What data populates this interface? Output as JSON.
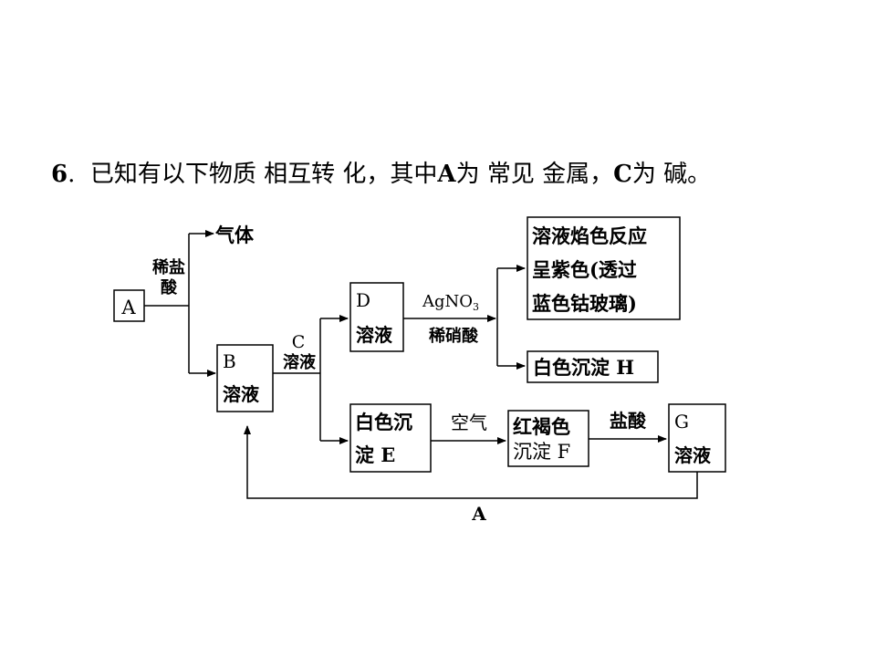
{
  "question": {
    "number": "6",
    "sep": ".",
    "text_a": "已知有以下物质 相互转 化，其中",
    "A": "A",
    "text_b": "为 常见 金属，",
    "C": "C",
    "text_c": "为 碱。"
  },
  "diagram": {
    "node_A": "A",
    "node_B_line1": "B",
    "node_B_line2": "溶液",
    "gas": "气体",
    "dilute_hcl_line1": "稀盐",
    "dilute_hcl_line2": "酸",
    "C_line1": "C",
    "C_line2": "溶液",
    "node_D_line1": "D",
    "node_D_line2": "溶液",
    "agno3": "AgNO",
    "agno3_sub": "3",
    "dilute_hno3": "稀硝酸",
    "flame_line1": "溶液焰色反应",
    "flame_line2": "呈紫色(透过",
    "flame_line3": "蓝色钴玻璃)",
    "white_ppt_H": "白色沉淀 H",
    "node_E_line1": "白色沉",
    "node_E_line2": "淀 E",
    "air": "空气",
    "node_F_line1": "红褐色",
    "node_F_line2": "沉淀 F",
    "hcl": "盐酸",
    "node_G_line1": "G",
    "node_G_line2": "溶液",
    "return_A": "A"
  }
}
